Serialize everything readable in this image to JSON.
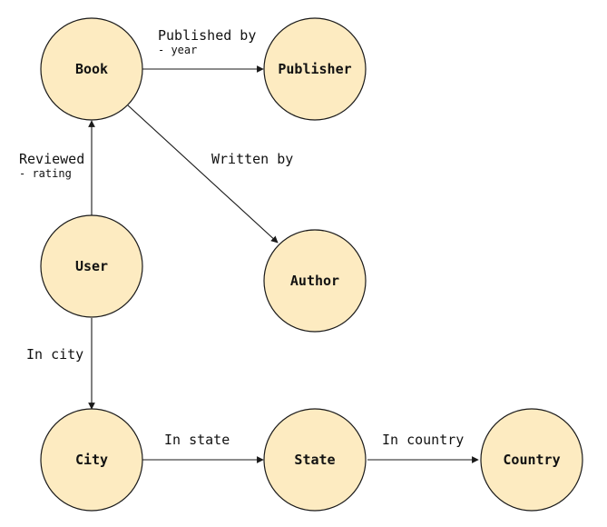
{
  "diagram": {
    "nodes": {
      "book": "Book",
      "publisher": "Publisher",
      "user": "User",
      "author": "Author",
      "city": "City",
      "state": "State",
      "country": "Country"
    },
    "edges": {
      "published_by": {
        "label": "Published by",
        "attribute": "- year"
      },
      "written_by": {
        "label": "Written by"
      },
      "reviewed": {
        "label": "Reviewed",
        "attribute": "- rating"
      },
      "in_city": {
        "label": "In city"
      },
      "in_state": {
        "label": "In state"
      },
      "in_country": {
        "label": "In country"
      }
    },
    "colors": {
      "node_fill": "#fdebc1",
      "stroke": "#1a1a1a",
      "text": "#111111"
    }
  }
}
